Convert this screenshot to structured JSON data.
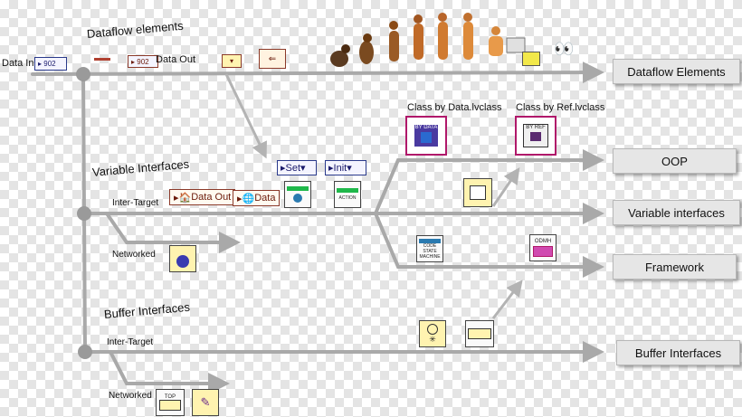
{
  "labels": {
    "data_in": "Data In",
    "dataflow_elements_header": "Dataflow elements",
    "data_out": "Data Out",
    "variable_interfaces_header": "Variable Interfaces",
    "inter_target_1": "Inter-Target",
    "networked_1": "Networked",
    "buffer_interfaces_header": "Buffer Interfaces",
    "inter_target_2": "Inter-Target",
    "networked_2": "Networked",
    "class_by_data": "Class by Data.lvclass",
    "class_by_ref": "Class by Ref.lvclass"
  },
  "buttons": {
    "dataflow_elements": "Dataflow Elements",
    "oop": "OOP",
    "variable_interfaces": "Variable interfaces",
    "framework": "Framework",
    "buffer_interfaces": "Buffer Interfaces"
  },
  "nodes": {
    "set": "Set",
    "init": "Init",
    "data_out_tag": "Data Out",
    "data_tag": "Data",
    "by_data": "BY DATA",
    "by_ref": "BY REF",
    "code_state_machine": "CODE STATE MACHINE",
    "action": "ACTION",
    "odmh": "ODMH",
    "top": "TOP"
  },
  "colors": {
    "line": "#a9a9a9",
    "arrow_light": "#b3b3b3",
    "button_bg": "#e6e6e6",
    "class_icon_border": "#b0186a"
  },
  "icons": [
    "human-evolution-figures",
    "labview-dataflow-icon",
    "eyes-icon"
  ]
}
